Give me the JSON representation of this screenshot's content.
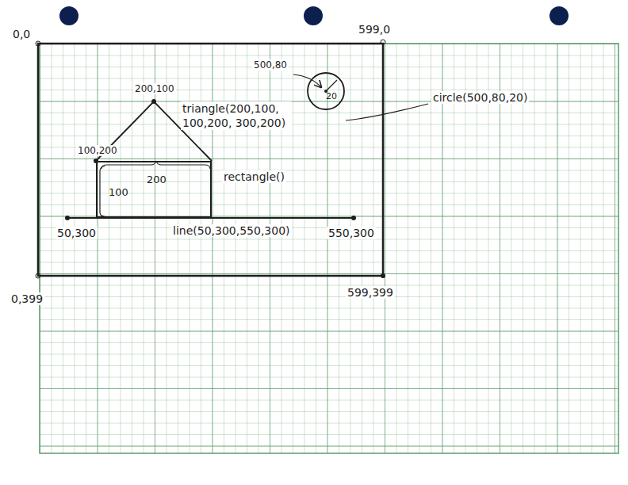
{
  "diagram": {
    "nodes": [
      {
        "text": [
          "200",
          "100"
        ]
      },
      {
        "text": [
          "20"
        ]
      }
    ],
    "labels": [
      "0,0",
      "599,0",
      "0,399",
      "599,399",
      "500,80",
      "200,100",
      "triangle(200,100, 100,200, 300,200)",
      "100,200",
      "rectangle()",
      "50,300",
      "line(50,300,550,300)",
      "550,300",
      "circle(500,80,20)"
    ]
  }
}
